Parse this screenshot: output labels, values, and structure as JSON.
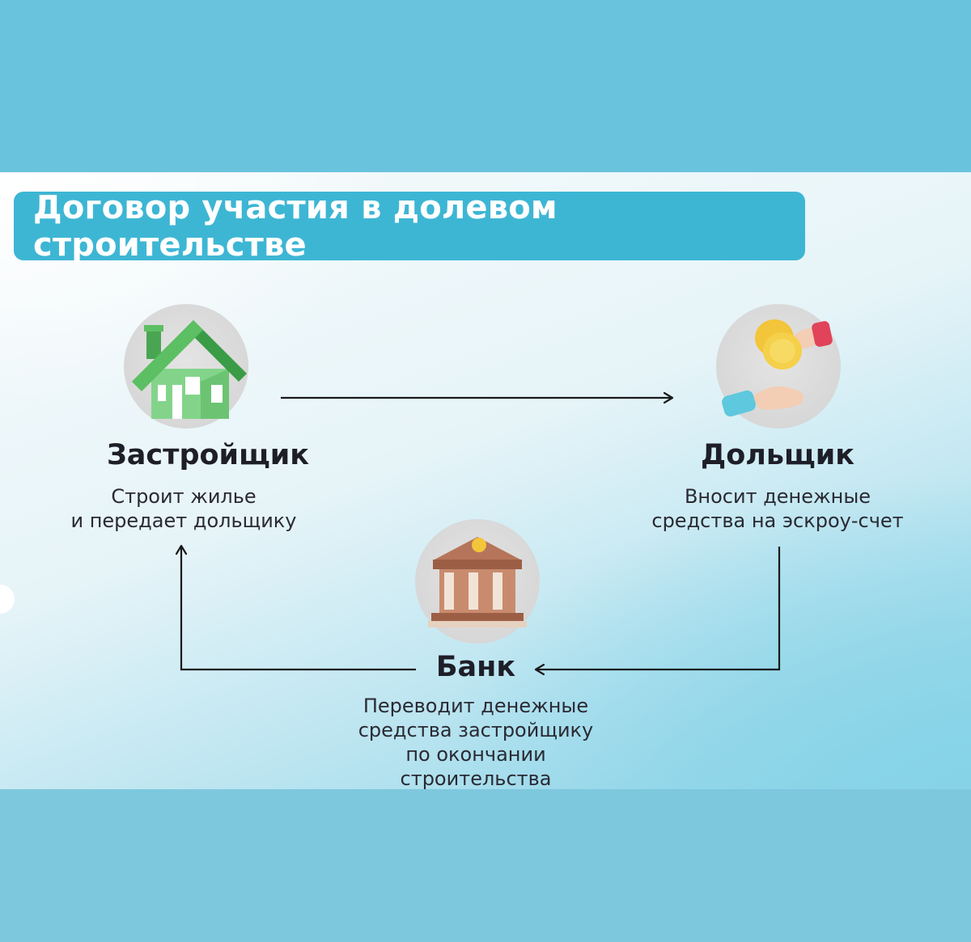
{
  "title": "Договор участия в долевом строительстве",
  "nodes": {
    "developer": {
      "title": "Застройщик",
      "desc": [
        "Строит жилье",
        "и передает дольщику"
      ],
      "icon": "house-icon"
    },
    "investor": {
      "title": "Дольщик",
      "desc": [
        "Вносит денежные",
        "средства на эскроу-счет"
      ],
      "icon": "coins-hands-icon"
    },
    "bank": {
      "title": "Банк",
      "desc": [
        "Переводит денежные",
        "средства застройщику",
        "по окончании",
        "строительства"
      ],
      "icon": "bank-icon"
    }
  },
  "edges": [
    {
      "from": "Застройщик",
      "to": "Дольщик"
    },
    {
      "from": "Дольщик",
      "to": "Банк"
    },
    {
      "from": "Банк",
      "to": "Застройщик"
    }
  ],
  "colors": {
    "title_bg": "#3db6d4",
    "house": "#5cbf63",
    "bank": "#b6755a",
    "coin": "#f2c53a"
  }
}
